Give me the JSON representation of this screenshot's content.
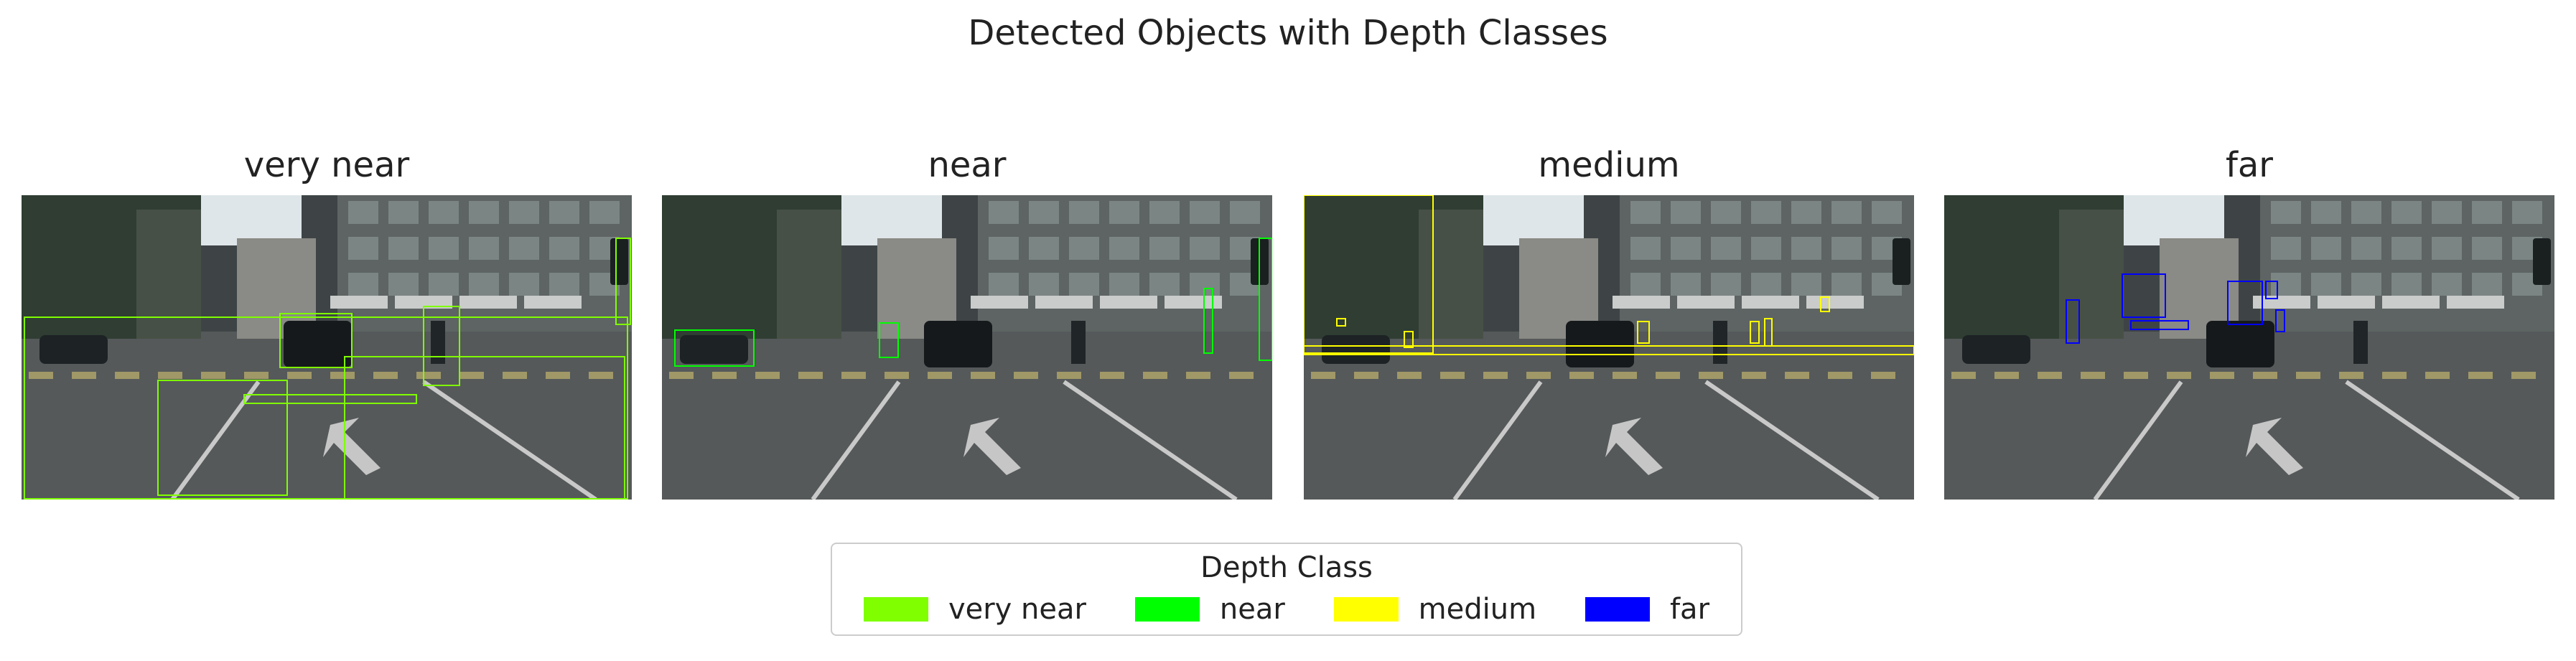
{
  "figure": {
    "title": "Detected Objects with Depth Classes"
  },
  "chart_data": {
    "type": "image-grid",
    "panels": [
      {
        "title": "very near",
        "class": "very near"
      },
      {
        "title": "near",
        "class": "near"
      },
      {
        "title": "medium",
        "class": "medium"
      },
      {
        "title": "far",
        "class": "far"
      }
    ],
    "legend": {
      "title": "Depth Class",
      "placement": "bottom-center",
      "entries": [
        {
          "label": "very near",
          "color": "#7fff00"
        },
        {
          "label": "near",
          "color": "#00ff00"
        },
        {
          "label": "medium",
          "color": "#ffff00"
        },
        {
          "label": "far",
          "color": "#0000ff"
        }
      ]
    }
  }
}
